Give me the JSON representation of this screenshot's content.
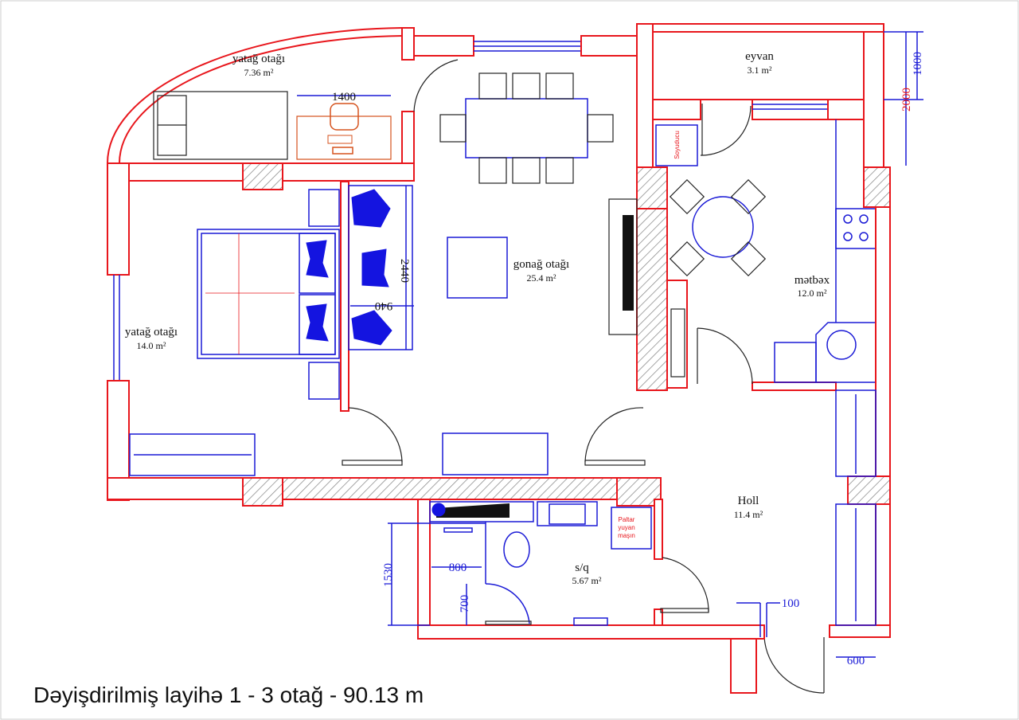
{
  "title": "Dəyişdirilmiş  layihə 1 - 3 otağ - 90.13 m",
  "rooms": {
    "bedroom_small": {
      "name": "yatağ otağı",
      "area": "7.36 m²"
    },
    "bedroom_large": {
      "name": "yatağ otağı",
      "area": "14.0 m²"
    },
    "living": {
      "name": "gonağ otağı",
      "area": "25.4 m²"
    },
    "balcony": {
      "name": "eyvan",
      "area": "3.1 m²"
    },
    "kitchen": {
      "name": "mətbəx",
      "area": "12.0 m²"
    },
    "hall": {
      "name": "Holl",
      "area": "11.4 m²"
    },
    "bathroom": {
      "name": "s/q",
      "area": "5.67 m²"
    }
  },
  "labels": {
    "fridge": "Soyuducu",
    "washer": [
      "Paltar",
      "yuyan",
      "maşın"
    ]
  },
  "dimensions": {
    "desk": "1400",
    "sofa_length": "2440",
    "sofa_depth": "940",
    "balcony_1000": "1000",
    "balcony_2000": "2000",
    "shower_width": "800",
    "bath_height": "1530",
    "shower_door": "700",
    "door_gap": "100",
    "wardrobe": "600"
  }
}
